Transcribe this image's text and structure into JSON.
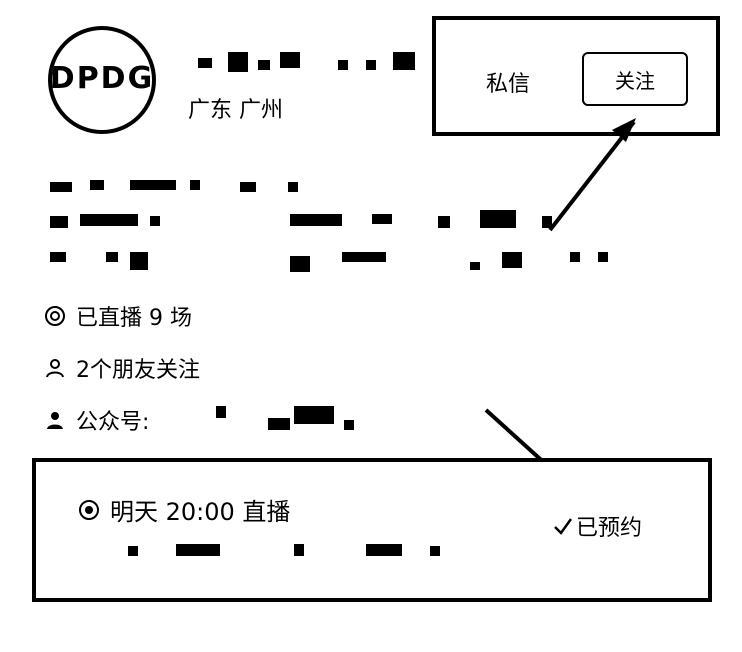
{
  "profile": {
    "avatar_text": "DPDG",
    "location": "广东 广州"
  },
  "stats": {
    "live_sessions": "已直播 9 场",
    "friends_following": "2个朋友关注",
    "public_account_label": "公众号:"
  },
  "actions": {
    "private_message": "私信",
    "follow": "关注",
    "reserved": "已预约"
  },
  "live_schedule": {
    "title": "明天 20:00 直播"
  },
  "icons": {
    "live": "target-icon",
    "friends": "person-outline-icon",
    "account": "person-icon",
    "check": "check-icon"
  }
}
